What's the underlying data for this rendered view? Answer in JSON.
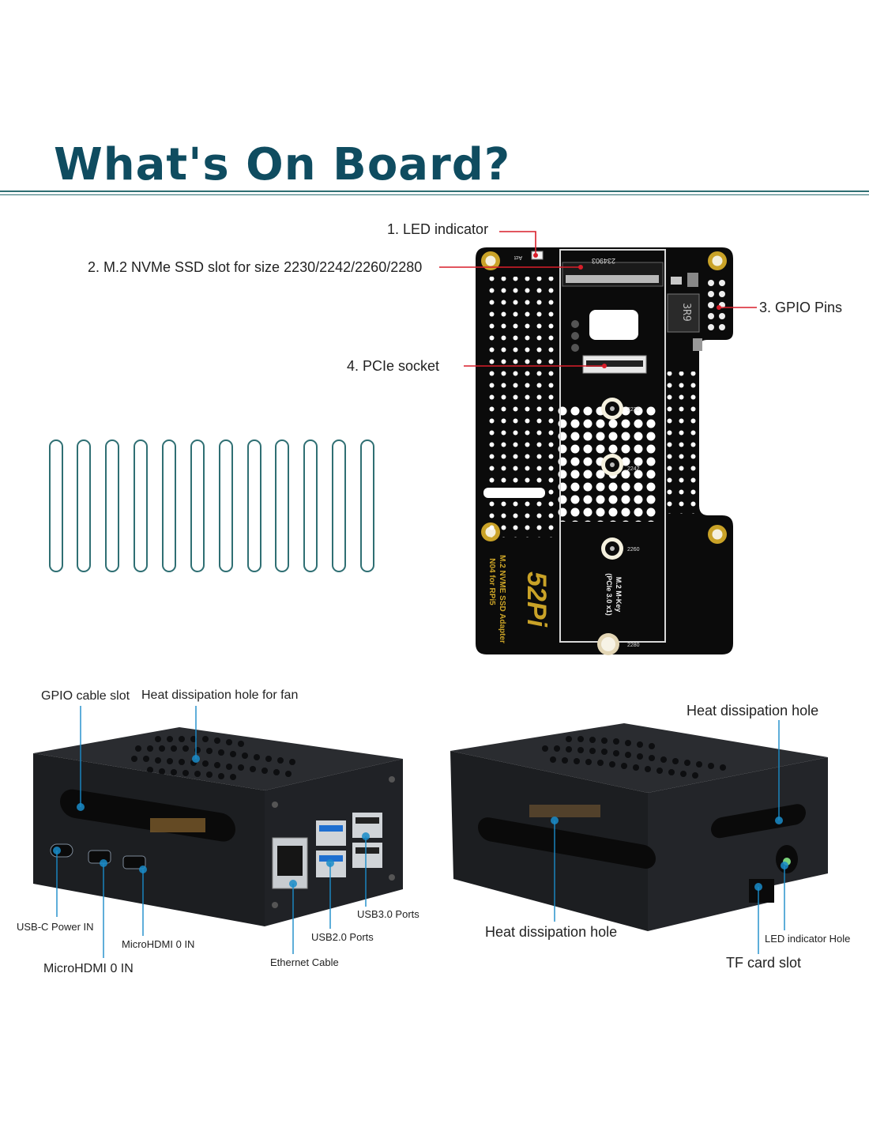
{
  "header": {
    "title": "What's On Board?"
  },
  "colors": {
    "title": "#0f4c60",
    "rule": "#2f6f73",
    "callout_red": "#d91e2a",
    "callout_blue": "#1a8cc9",
    "board": "#0b0b0b",
    "case": "#1c1e21"
  },
  "board_callouts": {
    "led_indicator": "1. LED indicator",
    "m2_slot": "2. M.2 NVMe SSD slot for size 2230/2242/2260/2280",
    "gpio_pins": "3. GPIO Pins",
    "pcie_socket": "4. PCIe socket"
  },
  "board_silkscreen": {
    "brand": "52Pi",
    "product_line1": "M.2 NVME SSD Adapter",
    "product_line2": "N04 for RPi5",
    "key_line1": "M.2 M-Key",
    "key_line2": "(PCIe 3.0 x1)",
    "size_2230": "2230",
    "size_2242": "2242",
    "size_2260": "2260",
    "size_2280": "2280",
    "act": "Act",
    "inductor": "3R9",
    "serial": "234903"
  },
  "case_left_callouts": {
    "gpio_cable_slot": "GPIO cable slot",
    "fan_hole": "Heat dissipation hole for fan",
    "usbc_power": "USB-C Power IN",
    "microhdmi_a": "MicroHDMI 0 IN",
    "microhdmi_b": "MicroHDMI 0 IN",
    "ethernet": "Ethernet Cable",
    "usb2": "USB2.0 Ports",
    "usb3": "USB3.0 Ports"
  },
  "case_right_callouts": {
    "heat_hole_top": "Heat dissipation hole",
    "heat_hole_side": "Heat dissipation hole",
    "led_hole": "LED indicator Hole",
    "tf_slot": "TF card slot"
  }
}
